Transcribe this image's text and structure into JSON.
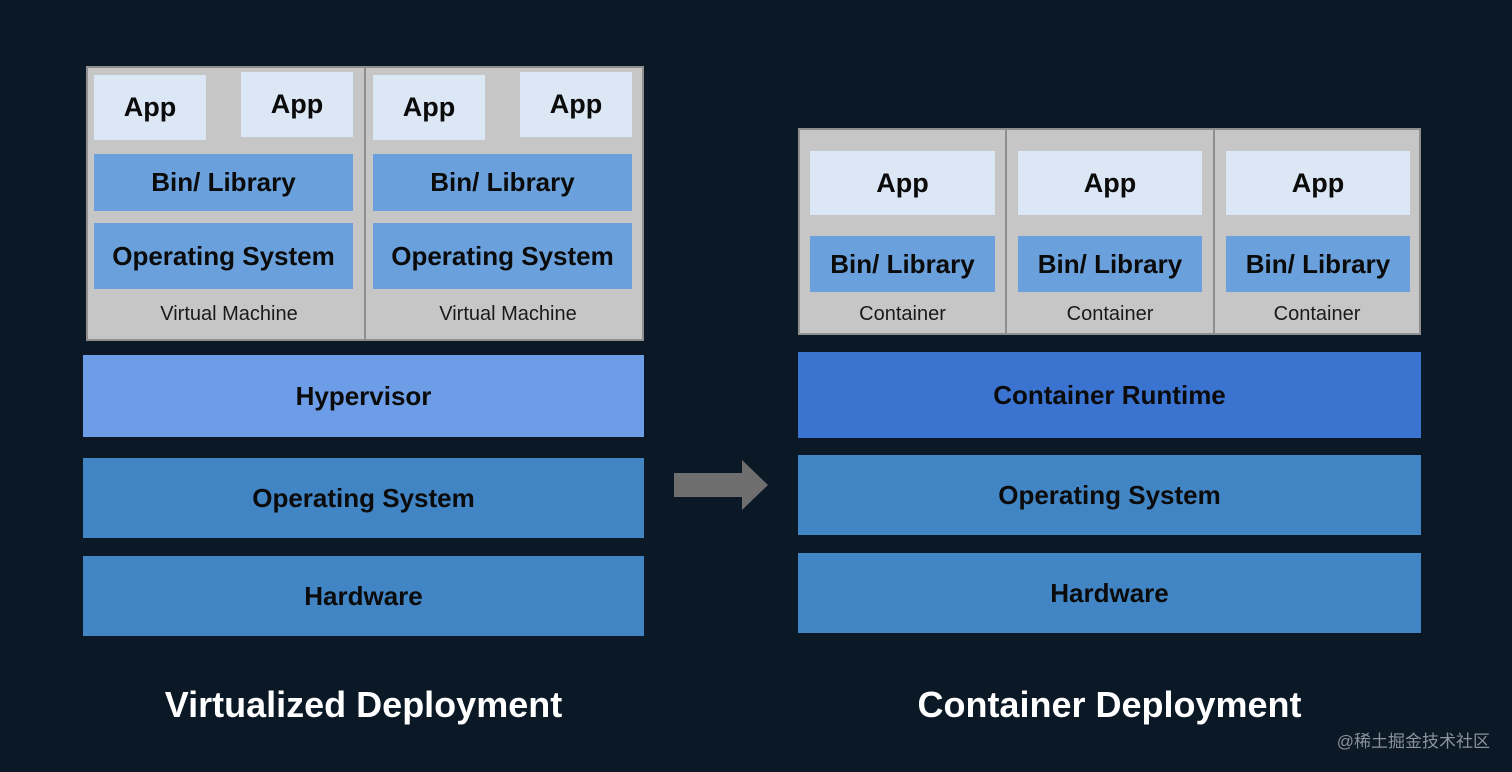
{
  "virtualized": {
    "title": "Virtualized Deployment",
    "vm1": {
      "app_left": "App",
      "app_right": "App",
      "bin_library": "Bin/ Library",
      "operating_system": "Operating System",
      "caption": "Virtual Machine"
    },
    "vm2": {
      "app_left": "App",
      "app_right": "App",
      "bin_library": "Bin/ Library",
      "operating_system": "Operating System",
      "caption": "Virtual Machine"
    },
    "hypervisor": "Hypervisor",
    "operating_system": "Operating System",
    "hardware": "Hardware"
  },
  "container": {
    "title": "Container Deployment",
    "containers": [
      {
        "app": "App",
        "bin_library": "Bin/ Library",
        "caption": "Container"
      },
      {
        "app": "App",
        "bin_library": "Bin/ Library",
        "caption": "Container"
      },
      {
        "app": "App",
        "bin_library": "Bin/ Library",
        "caption": "Container"
      }
    ],
    "runtime": "Container Runtime",
    "operating_system": "Operating System",
    "hardware": "Hardware"
  },
  "arrow_icon": "right-arrow-icon",
  "watermark": "@稀土掘金技术社区",
  "colors": {
    "background": "#0b1826",
    "app_box": "#dce7f6",
    "bin_os_box": "#6aa0dc",
    "hypervisor": "#6d9de6",
    "container_runtime": "#3b74d0",
    "host_layers": "#4285c5",
    "frame": "#c6c6c6",
    "arrow": "#6e6e6e"
  }
}
